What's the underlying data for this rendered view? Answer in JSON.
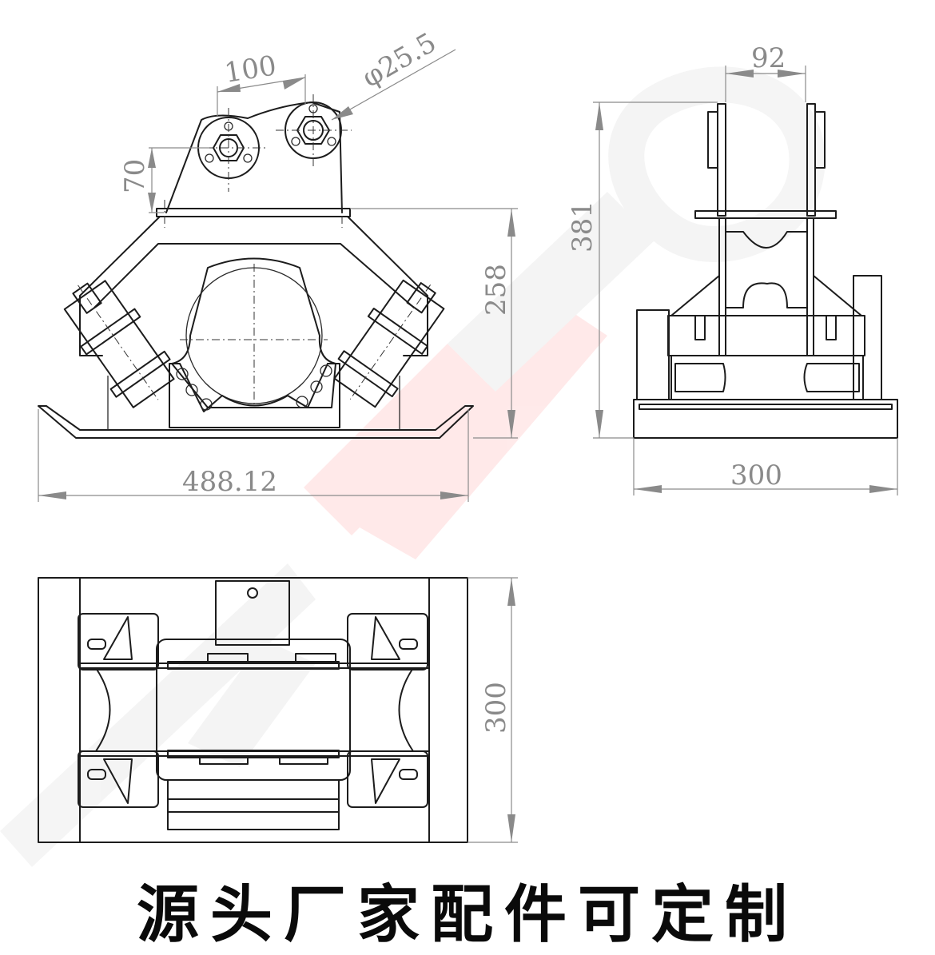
{
  "diagram": {
    "dimensions": {
      "pin_spacing": "100",
      "pin_diameter": "φ25.5",
      "pin_height": "70",
      "body_height": "258",
      "total_length": "488.12",
      "side_top_width": "92",
      "total_height": "381",
      "side_base_width": "300",
      "plan_width": "300"
    },
    "caption": "源头厂家配件可定制",
    "watermark_color": "#ff6a6a"
  }
}
